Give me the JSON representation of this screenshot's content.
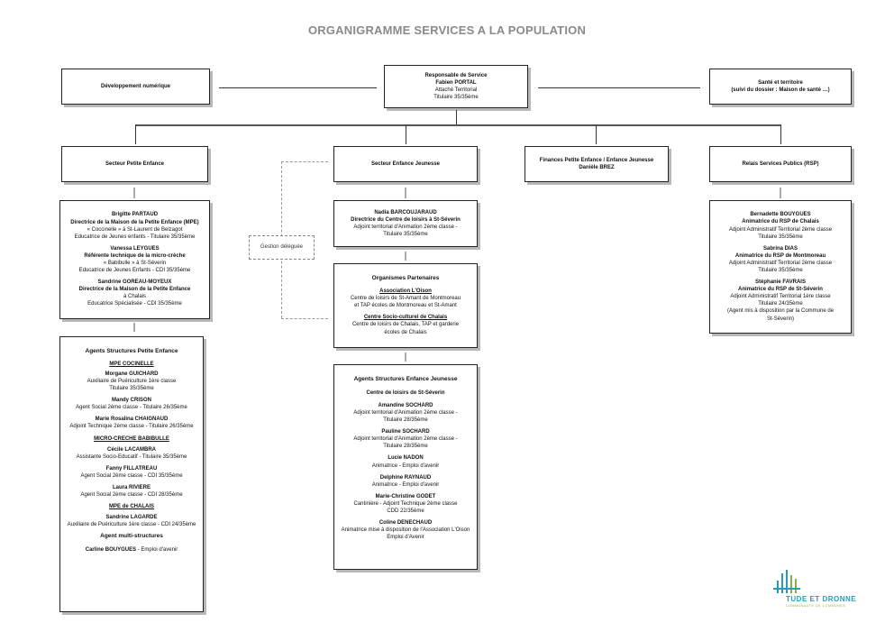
{
  "title": "ORGANIGRAMME SERVICES A LA POPULATION",
  "dev_numerique": "Développement numérique",
  "responsable": {
    "role": "Responsable de Service",
    "name": "Fabien PORTAL",
    "grade": "Attaché Territorial",
    "status": "Titulaire  35/35ème"
  },
  "sante": {
    "line1": "Santé et territoire",
    "line2": "(suivi du dossier  : Maison de santé …)"
  },
  "sectors": {
    "petite_enfance": "Secteur Petite Enfance",
    "enfance_jeunesse": "Secteur Enfance Jeunesse",
    "finances_title": "Finances Petite Enfance / Enfance Jeunesse",
    "finances_name": "Danièle BREZ",
    "rsp": "Relais Services Publics (RSP)"
  },
  "gestion": "Gestion déléguée",
  "mpe_directors": [
    {
      "name": "Brigitte PARTAUD",
      "role": "Directrice de la Maison de la Petite Enfance (MPE)",
      "l3": "« Coccinelle » à St-Laurent de Belzagot",
      "l4": "Educatrice de Jeunes enfants  - Titulaire  35/35ème"
    },
    {
      "name": "Vanessa LEYGUES",
      "role": "Référente technique de la micro-crèche",
      "l3": "« Babibulle » à St-Séverin",
      "l4": "Educatrice de Jeunes Enfants  - CDI  35/35ème"
    },
    {
      "name": "Sandrine GOREAU-MOYEUX",
      "role": "Directrice de la Maison de la Petite Enfance",
      "l3": "à Chalais",
      "l4": "Educatrice Spécialisée  - CDI  35/35ème"
    }
  ],
  "nadia": {
    "name": "Nadia BARCOUJARAUD",
    "role": "Directrice du Centre de loisirs à St-Séverin",
    "l3": "Adjoint territorial d'Animation  2ème classe  -",
    "l4": "Titulaire  35/35ème"
  },
  "partenaires": {
    "title": "Organismes Partenaires",
    "assoc_name": "Association L'Oison",
    "assoc_l1": "Centre de loisirs de St-Amant de Montmoreau",
    "assoc_l2": "et TAP écoles de Montmoreau et St-Amant",
    "csc_name": "Centre Socio-culturel de Chalais",
    "csc_l1": "Centre de loisirs de Chalais, TAP et garderie",
    "csc_l2": "écoles de Chalais"
  },
  "rsp_staff": [
    {
      "name": "Bernadette BOUYGUES",
      "role": "Animatrice du RSP de Chalais",
      "l3": "Adjoint Administratif Territorial 2ème classe",
      "l4": "Titulaire  35/35ème"
    },
    {
      "name": "Sabrina DIAS",
      "role": "Animatrice du RSP de Montmoreau",
      "l3": "Adjoint Administratif Territorial 2ème classe",
      "l4": "Titulaire  35/35ème"
    },
    {
      "name": "Stéphanie FAVRAIS",
      "role": "Animatrice du RSP de St-Séverin",
      "l3": "Adjoint Administratif Territorial 1ère classe",
      "l4": "Titulaire  24/35ème"
    }
  ],
  "rsp_note1": "(Agent mis à disposition par la Commune de",
  "rsp_note2": "St-Séverin)",
  "agents_pe": {
    "title": "Agents Structures  Petite Enfance",
    "mpe_coccinelle": "MPE COCINELLE",
    "coccinelle": [
      {
        "name": "Morgane GUICHARD",
        "l2": "Auxiliaire de Puériculture  1ère classe",
        "l3": "Titulaire  35/35ème"
      },
      {
        "name": "Mandy CRISON",
        "l2": "Agent Social  2ème classe  - Titulaire  26/35ème",
        "l3": ""
      },
      {
        "name": "Marie Rosalina CHAIGNAUD",
        "l2": "Adjoint Technique 2ème classe  - Titulaire  26/35ème",
        "l3": ""
      }
    ],
    "micro_creche": "MICRO-CRECHE BABIBULLE",
    "babibulle": [
      {
        "name": "Cécile LACAMBRA",
        "l2": "Assistante Socio-Educatif  - Titulaire  35/35ème"
      },
      {
        "name": "Fanny FILLATREAU",
        "l2": "Agent Social  2ème classe  - CDI  35/35ème"
      },
      {
        "name": "Laura RIVIERE",
        "l2": "Agent Social  2ème classe  - CDI  28/35ème"
      }
    ],
    "mpe_chalais": "MPE de CHALAIS",
    "chalais_name": "Sandrine LAGARDE",
    "chalais_l2": "Auxiliaire de Puériculture  1ère classe  - CDI  24/35ème",
    "multi_title": "Agent multi-structures",
    "multi_name": "Carline BOUYGUES",
    "multi_l2": "  - Emploi d'avenir"
  },
  "agents_ej": {
    "title": "Agents Structures  Enfance Jeunesse",
    "centre": "Centre de loisirs de St-Séverin",
    "people": [
      {
        "name": "Amandine SOCHARD",
        "l2": "Adjoint territorial d'Animation  2ème classe  -",
        "l3": "Titulaire  28/35ème"
      },
      {
        "name": "Pauline SOCHARD",
        "l2": "Adjoint territorial d'Animation  2ème classe  -",
        "l3": "Titulaire  28/35ème"
      },
      {
        "name": "Lucie NADON",
        "l2": "Animatrice  -  Emploi d'avenir",
        "l3": ""
      },
      {
        "name": "Delphine RAYNAUD",
        "l2": "Animatrice  -  Emploi d'avenir",
        "l3": ""
      },
      {
        "name": "Marie-Christine GODET",
        "l2": "Cantinière  -  Adjoint Technique 2ème classe",
        "l3": "CDD  22/35ème"
      },
      {
        "name": "Coline DENECHAUD",
        "l2": "Animatrice mise à disposition de l'Association L'Oison",
        "l3": "Emploi d'Avenir"
      }
    ]
  },
  "logo": {
    "name": "TUDE ET DRONNE",
    "sub": "COMMUNAUTE DE COMMUNES",
    "bar_color": "#2a9bb5",
    "bar_color2": "#7fb347"
  }
}
